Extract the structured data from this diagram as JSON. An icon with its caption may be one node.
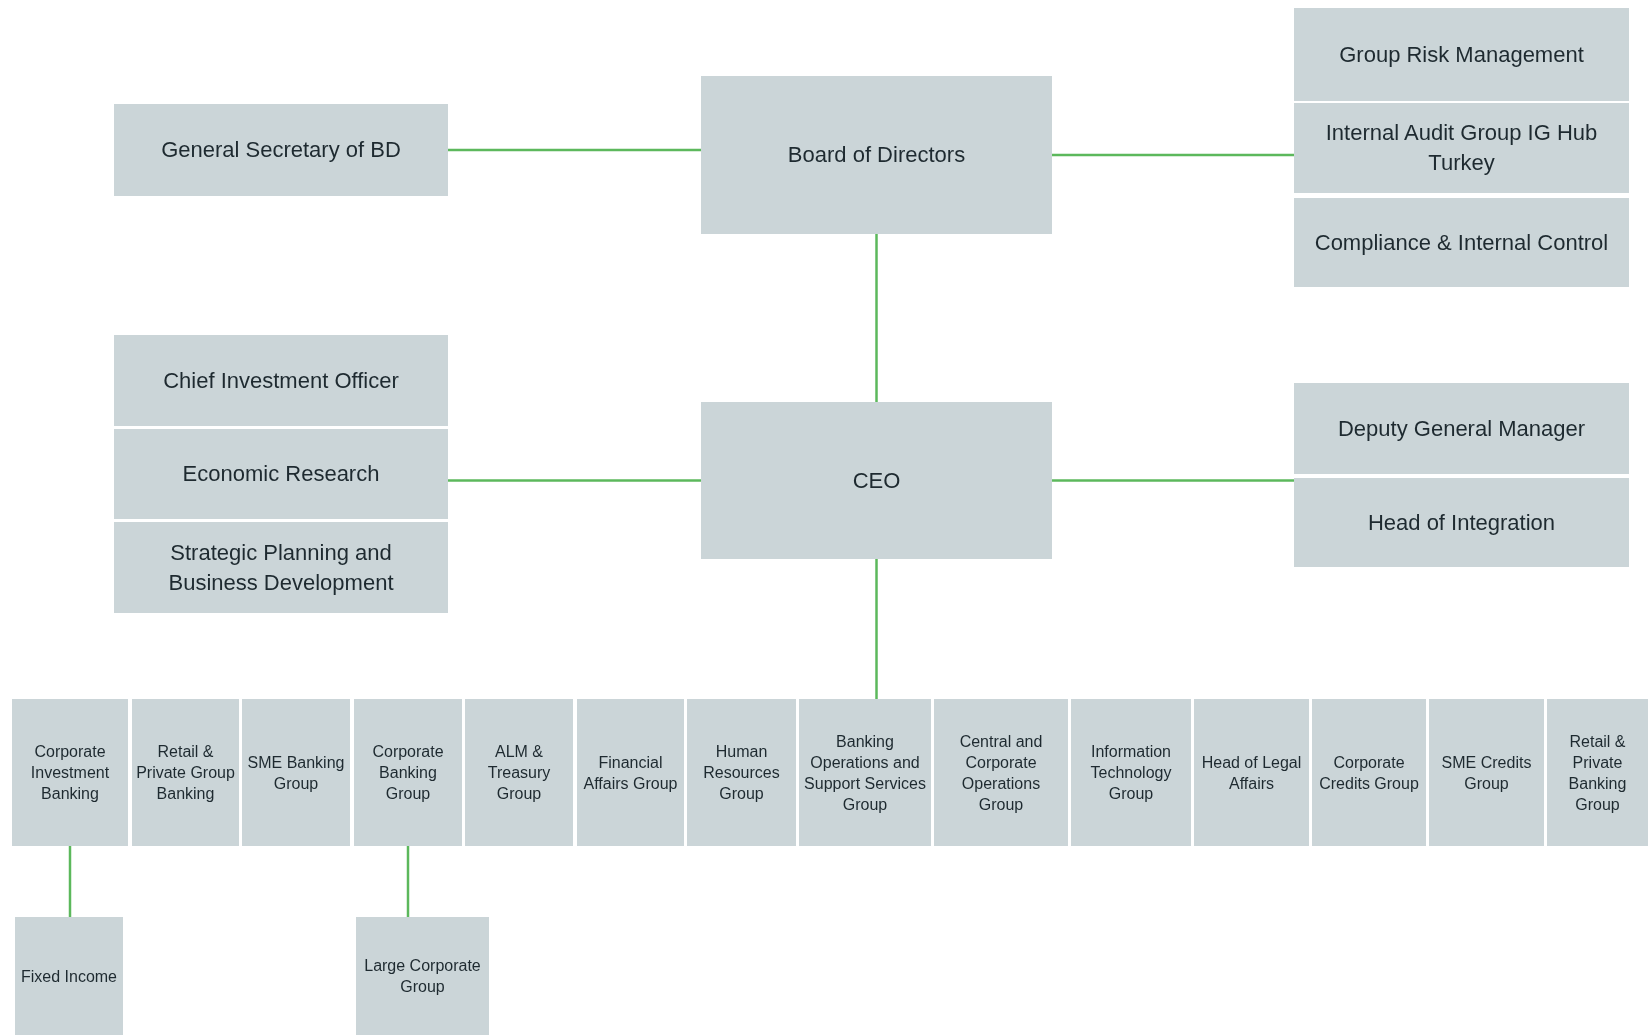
{
  "diagram": {
    "nodes": [
      {
        "text": [
          "Group Risk Management"
        ]
      },
      {
        "text": [
          "General Secretary of BD"
        ]
      },
      {
        "text": [
          "Board of Directors"
        ]
      },
      {
        "text": [
          "Internal Audit Group IG Hub Turkey"
        ]
      },
      {
        "text": [
          "Compliance & Internal Control"
        ]
      },
      {
        "text": [
          "Chief Investment Officer"
        ]
      },
      {
        "text": [
          "Deputy General Manager"
        ]
      },
      {
        "text": [
          "Economic Research"
        ]
      },
      {
        "text": [
          "CEO"
        ]
      },
      {
        "text": [
          "Head of Integration"
        ]
      },
      {
        "text": [
          "Strategic Planning and Business Development"
        ]
      },
      {
        "text": [
          "Corporate Investment Banking"
        ]
      },
      {
        "text": [
          "Retail & Private Group Banking"
        ]
      },
      {
        "text": [
          "SME Banking Group"
        ]
      },
      {
        "text": [
          "Corporate Banking Group"
        ]
      },
      {
        "text": [
          "ALM & Treasury Group"
        ]
      },
      {
        "text": [
          "Financial Affairs Group"
        ]
      },
      {
        "text": [
          "Human Resources Group"
        ]
      },
      {
        "text": [
          "Banking Operations and Support Services Group"
        ]
      },
      {
        "text": [
          "Central and Corporate Operations Group"
        ]
      },
      {
        "text": [
          "Information Technology Group"
        ]
      },
      {
        "text": [
          "Head of Legal Affairs"
        ]
      },
      {
        "text": [
          "Corporate Credits Group"
        ]
      },
      {
        "text": [
          "SME Credits Group"
        ]
      },
      {
        "text": [
          "Retail & Private Banking Group"
        ]
      },
      {
        "text": [
          "Fixed Income"
        ]
      },
      {
        "text": [
          "Large Corporate Group"
        ]
      }
    ],
    "edges": [
      {
        "from": 1,
        "to": 2,
        "arrow": "none"
      },
      {
        "from": 2,
        "to": 3,
        "arrow": "none"
      },
      {
        "from": 2,
        "to": 8,
        "arrow": "none"
      },
      {
        "from": 8,
        "to": 7,
        "arrow": "none"
      },
      {
        "from": 8,
        "to": 9,
        "arrow": "none"
      },
      {
        "from": 8,
        "to": 18,
        "arrow": "none"
      },
      {
        "from": 11,
        "to": 25,
        "arrow": "none"
      },
      {
        "from": 14,
        "to": 26,
        "arrow": "none"
      }
    ]
  }
}
